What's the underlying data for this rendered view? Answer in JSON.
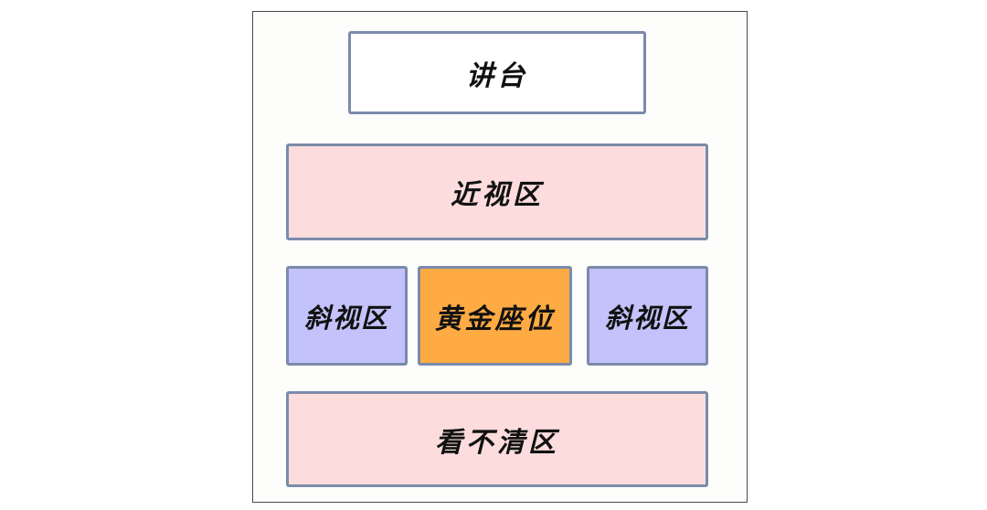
{
  "zones": {
    "podium": {
      "label": "讲台",
      "color": "#ffffff"
    },
    "near": {
      "label": "近视区",
      "color": "#fcdcdc"
    },
    "side_left": {
      "label": "斜视区",
      "color": "#c4c2fa"
    },
    "golden": {
      "label": "黄金座位",
      "color": "#fdab42"
    },
    "side_right": {
      "label": "斜视区",
      "color": "#c4c2fa"
    },
    "far": {
      "label": "看不清区",
      "color": "#fcdcdc"
    }
  },
  "colors": {
    "frame_border": "#4a4a4a",
    "box_border": "#7a8bab"
  }
}
